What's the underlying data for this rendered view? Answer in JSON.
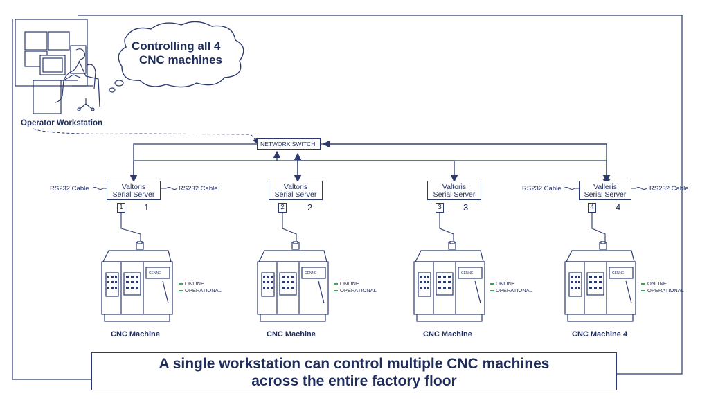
{
  "operator": {
    "label": "Operator Workstation",
    "thought": [
      "Controlling all 4",
      "CNC machines"
    ]
  },
  "switch": {
    "label": "NETWORK SWITCH"
  },
  "cable_label": "RS232 Cable",
  "servers": [
    {
      "line1": "Valtoris",
      "line2": "Serial Server",
      "port": "1",
      "number": "1",
      "machine_label": "CNC Machine",
      "status1": "ONLINE",
      "status2": "OPERATIONAL",
      "panel_text": "CENNE"
    },
    {
      "line1": "Valtoris",
      "line2": "Serial Server",
      "port": "2",
      "number": "2",
      "machine_label": "CNC Machine",
      "status1": "ONLINE",
      "status2": "OPERATIONAL",
      "panel_text": "CENNE"
    },
    {
      "line1": "Valtoris",
      "line2": "Serial Server",
      "port": "3",
      "number": "3",
      "machine_label": "CNC Machine",
      "status1": "ONLINE",
      "status2": "OPERATIONAL",
      "panel_text": "CENNE"
    },
    {
      "line1": "Valleris",
      "line2": "Serial Server",
      "port": "4",
      "number": "4",
      "machine_label": "CNC Machine 4",
      "status1": "ONLINE",
      "status2": "OPERATIONAL",
      "panel_text": "CENNE"
    }
  ],
  "caption": [
    "A single workstation can control multiple CNC machines",
    "across the entire factory floor"
  ],
  "colors": {
    "line": "#2a3a6e",
    "text": "#1f2d5c",
    "status": "#3aa757"
  }
}
